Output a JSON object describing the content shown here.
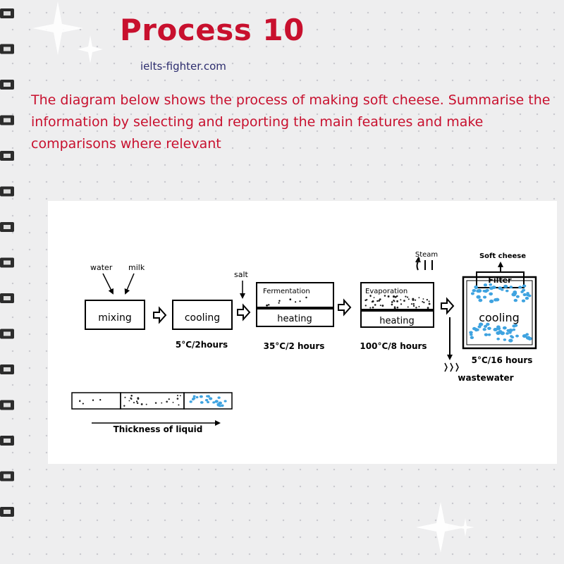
{
  "header": {
    "title": "Process 10",
    "website": "ielts-fighter.com"
  },
  "prompt": {
    "text": "The diagram below shows the process of making soft cheese. Summarise the information by selecting and reporting the main features and make comparisons where relevant"
  },
  "diagram": {
    "inputs": {
      "water": "water",
      "milk": "milk",
      "salt": "salt"
    },
    "stages": {
      "mixing": "mixing",
      "cooling": "cooling",
      "fermentation": "Fermentation",
      "fermentation_heating": "heating",
      "evaporation": "Evaporation",
      "evaporation_heating": "heating",
      "filter": "Filter",
      "final_cooling": "cooling"
    },
    "conditions": {
      "cooling": "5°C/2hours",
      "fermentation": "35°C/2 hours",
      "evaporation": "100°C/8 hours",
      "final_cooling": "5°C/16 hours"
    },
    "outputs": {
      "steam": "Steam",
      "soft_cheese": "Soft cheese",
      "wastewater": "wastewater"
    },
    "legend": {
      "label": "Thickness of liquid",
      "particle_colors": [
        "#000000",
        "#1e1e1e",
        "#3fa3e0"
      ]
    }
  }
}
